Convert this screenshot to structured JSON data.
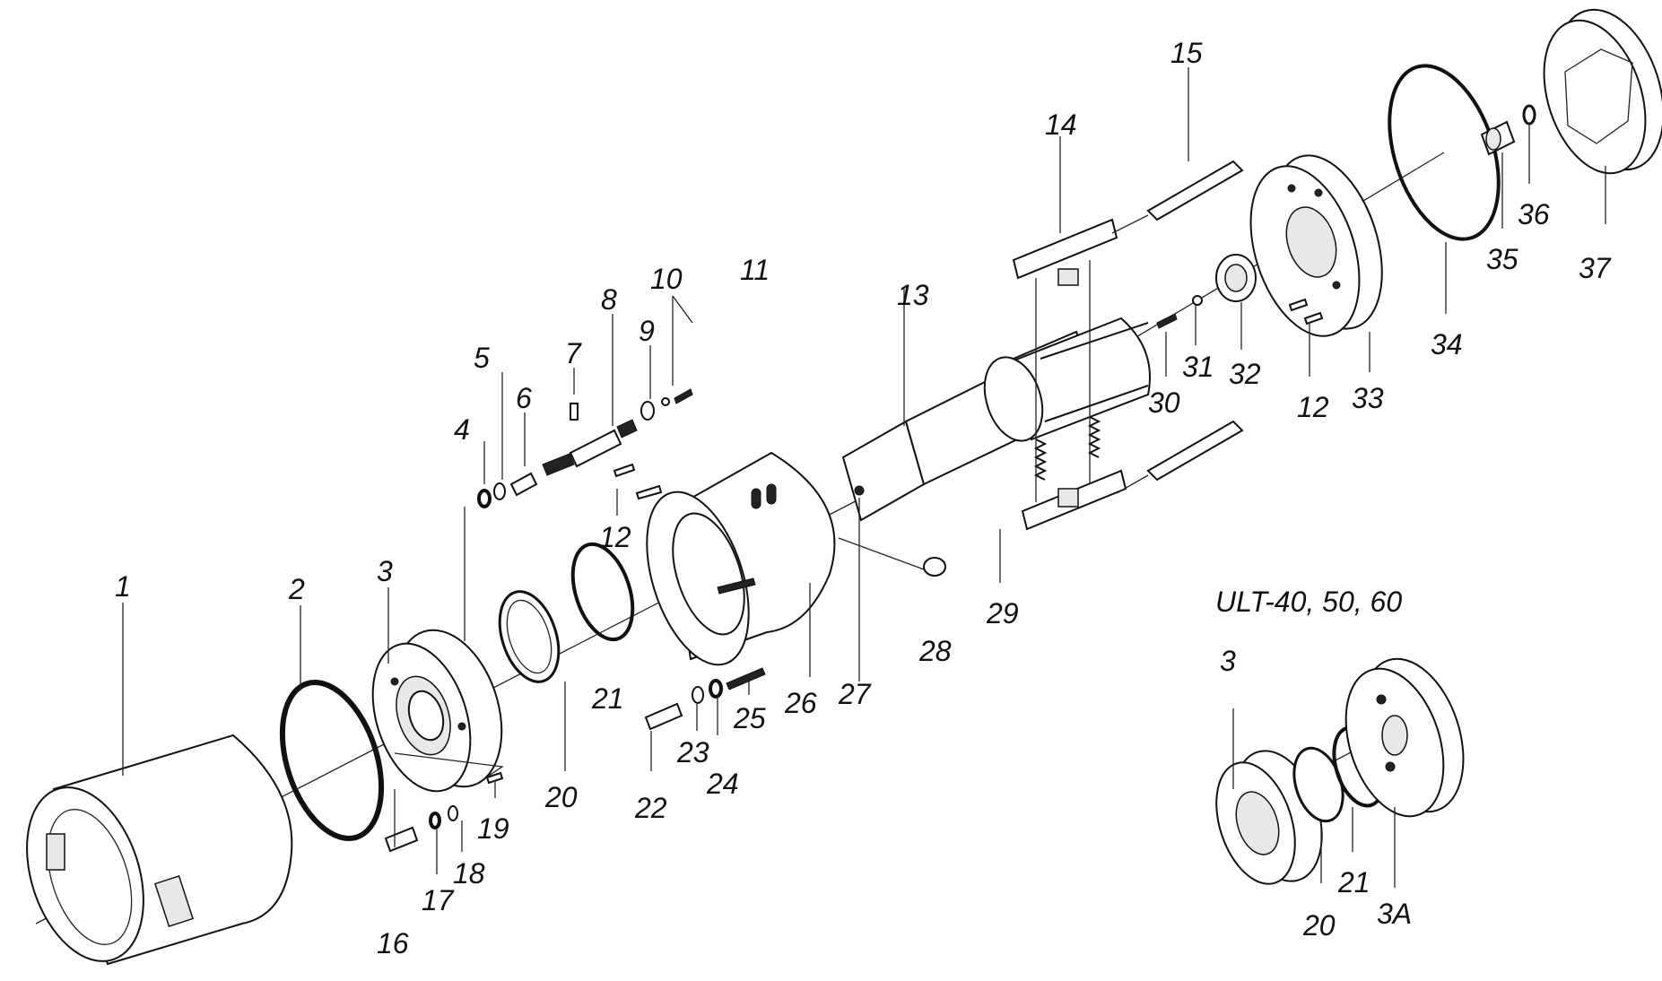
{
  "labels": {
    "l1": "1",
    "l2": "2",
    "l3": "3",
    "l4": "4",
    "l5": "5",
    "l6": "6",
    "l7": "7",
    "l8": "8",
    "l9": "9",
    "l10": "10",
    "l11": "11",
    "l12a": "12",
    "l12b": "12",
    "l13": "13",
    "l14": "14",
    "l15": "15",
    "l16": "16",
    "l17": "17",
    "l18": "18",
    "l19": "19",
    "l20a": "20",
    "l21a": "21",
    "l22": "22",
    "l23": "23",
    "l24": "24",
    "l25": "25",
    "l26": "26",
    "l27": "27",
    "l28": "28",
    "l29": "29",
    "l30": "30",
    "l31": "31",
    "l32": "32",
    "l33": "33",
    "l34": "34",
    "l35": "35",
    "l36": "36",
    "l37": "37",
    "inset_title": "ULT-40, 50, 60",
    "l3b": "3",
    "l20b": "20",
    "l21b": "21",
    "l3a": "3A"
  }
}
